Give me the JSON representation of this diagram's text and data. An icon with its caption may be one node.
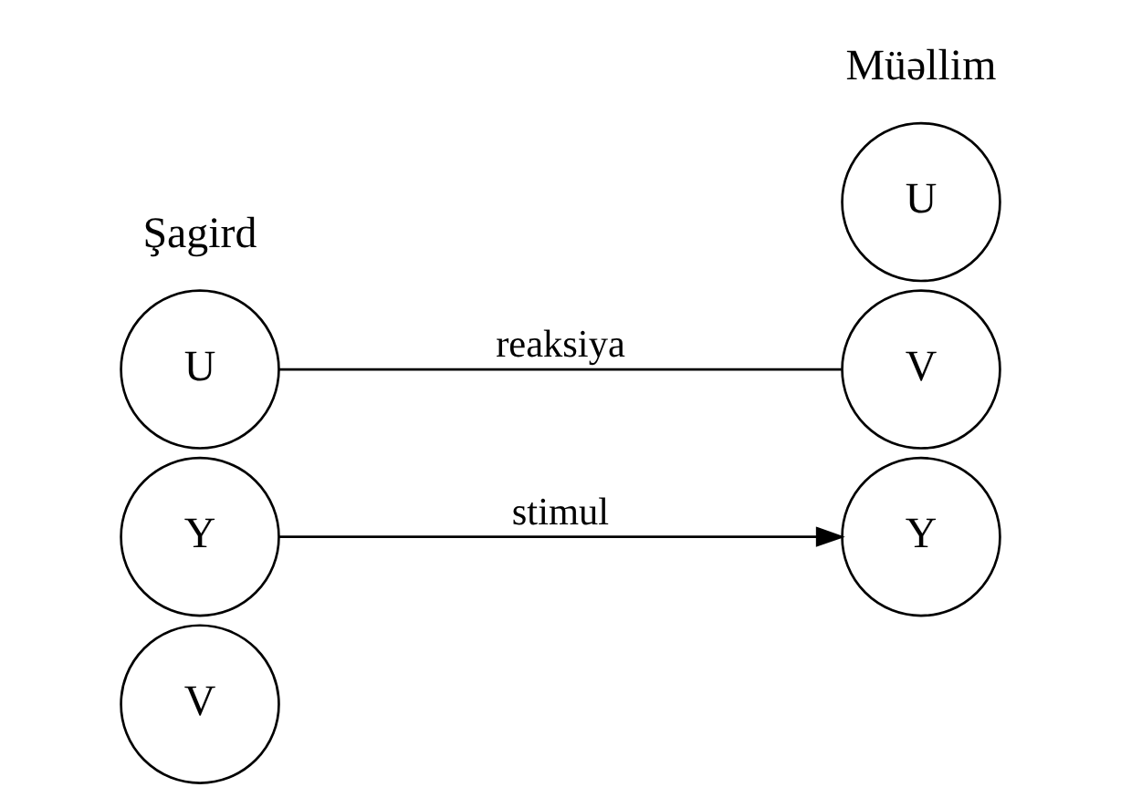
{
  "diagram": {
    "nodes": [
      {
        "text": [
          "V"
        ]
      },
      {
        "text": [
          "Y"
        ]
      },
      {
        "text": [
          "U"
        ]
      },
      {
        "text": [
          "V"
        ]
      },
      {
        "text": [
          "Y"
        ]
      },
      {
        "text": [
          "U"
        ]
      }
    ],
    "edges": [
      {
        "from": 1,
        "to": 4,
        "arrow": "to",
        "label": "stimul"
      },
      {
        "from": 2,
        "to": 3,
        "arrow": "none",
        "label": "reaksiya"
      }
    ],
    "labels": [
      "Şagird",
      "Müəllim"
    ]
  }
}
